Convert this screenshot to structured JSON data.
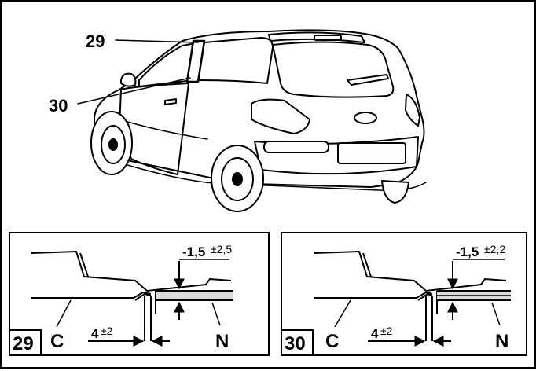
{
  "colors": {
    "ink": "#000000",
    "paper": "#ffffff",
    "shade": "#d9d9d9"
  },
  "car_view": {
    "callouts": [
      {
        "id": "29",
        "label": "29"
      },
      {
        "id": "30",
        "label": "30"
      }
    ]
  },
  "panels": [
    {
      "id": "29",
      "number": "29",
      "left_label": "C",
      "right_label": "N",
      "gap": {
        "value": "4",
        "tolerance": "±2"
      },
      "flush": {
        "value": "-1,5",
        "tolerance": "±2,5"
      }
    },
    {
      "id": "30",
      "number": "30",
      "left_label": "C",
      "right_label": "N",
      "gap": {
        "value": "4",
        "tolerance": "±2"
      },
      "flush": {
        "value": "-1,5",
        "tolerance": "±2,2"
      }
    }
  ]
}
